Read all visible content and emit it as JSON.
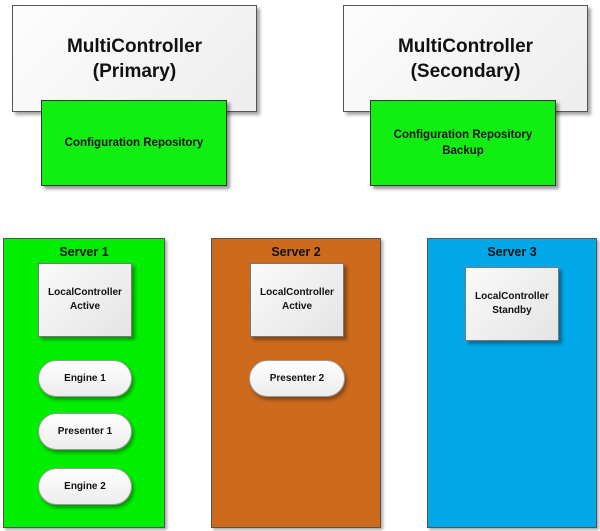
{
  "multicontrollers": [
    {
      "name": "MultiController",
      "role": "(Primary)",
      "repository": [
        "Configuration Repository"
      ]
    },
    {
      "name": "MultiController",
      "role": "(Secondary)",
      "repository": [
        "Configuration Repository",
        "Backup"
      ]
    }
  ],
  "servers": [
    {
      "title": "Server 1",
      "color": "#00ee00",
      "local_controller": [
        "LocalController",
        "Active"
      ],
      "components": [
        "Engine 1",
        "Presenter 1",
        "Engine 2"
      ]
    },
    {
      "title": "Server 2",
      "color": "#cd6a1c",
      "local_controller": [
        "LocalController",
        "Active"
      ],
      "components": [
        "Presenter 2"
      ]
    },
    {
      "title": "Server 3",
      "color": "#00a8e8",
      "local_controller": [
        "LocalController",
        "Standby"
      ],
      "components": []
    }
  ],
  "colors": {
    "repository": "#11ee11"
  }
}
